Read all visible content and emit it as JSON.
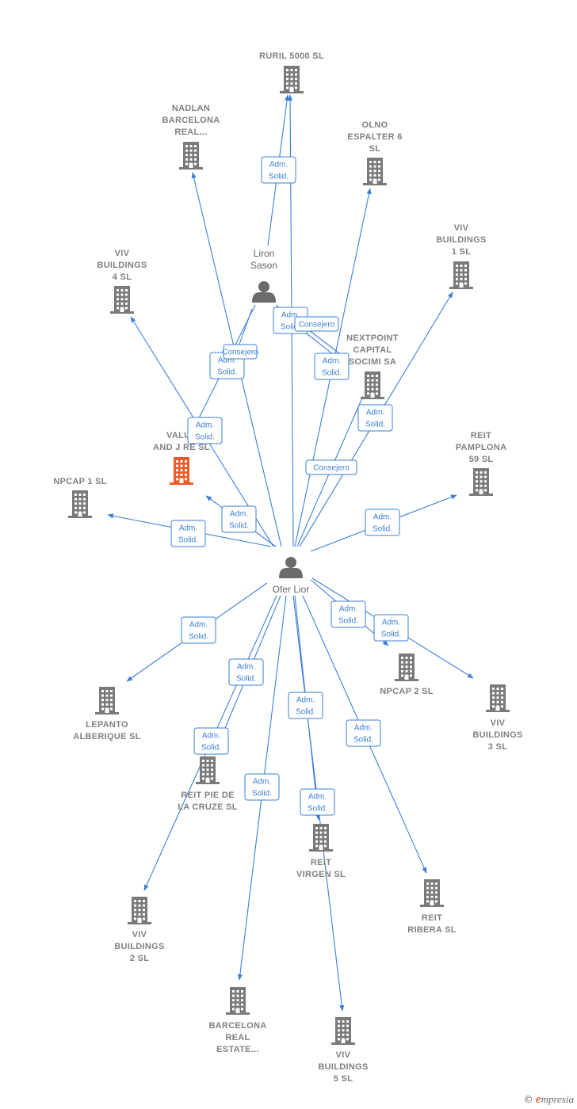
{
  "colors": {
    "edge": "#3d7fd6",
    "building": "#7a7a7a",
    "building_highlight": "#f05a28",
    "person": "#6b6b6b"
  },
  "brand": {
    "copyright": "©",
    "initial": "e",
    "rest": "mpresia"
  },
  "nodes": [
    {
      "id": "ruril",
      "type": "company",
      "lines": [
        "RURIL 5000  SL"
      ]
    },
    {
      "id": "nadlan",
      "type": "company",
      "lines": [
        "NADLAN",
        "BARCELONA",
        "REAL..."
      ]
    },
    {
      "id": "olno",
      "type": "company",
      "lines": [
        "OLNO",
        "ESPALTER 6",
        "SL"
      ]
    },
    {
      "id": "viv1",
      "type": "company",
      "lines": [
        "VIV",
        "BUILDINGS",
        "1  SL"
      ]
    },
    {
      "id": "viv4",
      "type": "company",
      "lines": [
        "VIV",
        "BUILDINGS",
        "4  SL"
      ]
    },
    {
      "id": "liron",
      "type": "person",
      "lines": [
        "Liron",
        "Sason"
      ]
    },
    {
      "id": "nextpoint",
      "type": "company",
      "lines": [
        "NEXTPOINT",
        "CAPITAL",
        "SOCIMI SA"
      ]
    },
    {
      "id": "value",
      "type": "company",
      "highlight": true,
      "lines": [
        "VALUE",
        "AND J RE  SL"
      ]
    },
    {
      "id": "reitpamplona",
      "type": "company",
      "lines": [
        "REIT",
        "PAMPLONA",
        "59  SL"
      ]
    },
    {
      "id": "npcap1",
      "type": "company",
      "lines": [
        "NPCAP 1  SL"
      ]
    },
    {
      "id": "ofer",
      "type": "person",
      "lines": [
        "Ofer Lior"
      ]
    },
    {
      "id": "npcap2",
      "type": "company",
      "lines": [
        "NPCAP 2  SL"
      ]
    },
    {
      "id": "viv3",
      "type": "company",
      "lines": [
        "VIV",
        "BUILDINGS",
        "3  SL"
      ]
    },
    {
      "id": "lepanto",
      "type": "company",
      "lines": [
        "LEPANTO",
        "ALBERIQUE  SL"
      ]
    },
    {
      "id": "reitpie",
      "type": "company",
      "lines": [
        "REIT PIE DE",
        "LA CRUZE  SL"
      ]
    },
    {
      "id": "reitvirgen",
      "type": "company",
      "lines": [
        "REIT",
        "VIRGEN  SL"
      ]
    },
    {
      "id": "reitribera",
      "type": "company",
      "lines": [
        "REIT",
        "RIBERA  SL"
      ]
    },
    {
      "id": "viv2",
      "type": "company",
      "lines": [
        "VIV",
        "BUILDINGS",
        "2  SL"
      ]
    },
    {
      "id": "barcelona",
      "type": "company",
      "lines": [
        "BARCELONA",
        "REAL",
        "ESTATE..."
      ]
    },
    {
      "id": "viv5",
      "type": "company",
      "lines": [
        "VIV",
        "BUILDINGS",
        "5  SL"
      ]
    }
  ],
  "edges": [
    {
      "id": "e-liron-ruril",
      "lines": [
        "Adm.",
        "Solid."
      ]
    },
    {
      "id": "e-ofer-ruril",
      "lines": [
        "Adm.",
        "Solid."
      ]
    },
    {
      "id": "e-ofer-nadlan",
      "lines": [
        "Adm.",
        "Solid."
      ]
    },
    {
      "id": "e-liron-nadlan",
      "lines": [
        "Adm.",
        "Solid."
      ]
    },
    {
      "id": "e-liron-nextpoint-consejero",
      "lines": [
        "Consejero"
      ]
    },
    {
      "id": "e-liron-nextpoint-adm",
      "lines": [
        "Adm.",
        "Solid."
      ]
    },
    {
      "id": "e-liron-value-consejero",
      "lines": [
        "Consejero"
      ]
    },
    {
      "id": "e-ofer-olno",
      "lines": [
        "Adm.",
        "Solid."
      ]
    },
    {
      "id": "e-ofer-viv1",
      "lines": [
        "Adm.",
        "Solid."
      ]
    },
    {
      "id": "e-ofer-viv4",
      "lines": [
        "Adm.",
        "Solid."
      ]
    },
    {
      "id": "e-ofer-nextpoint",
      "lines": [
        "Consejero"
      ]
    },
    {
      "id": "e-ofer-value",
      "lines": [
        "Adm.",
        "Solid."
      ]
    },
    {
      "id": "e-ofer-npcap1",
      "lines": [
        "Adm.",
        "Solid."
      ]
    },
    {
      "id": "e-ofer-reitpamplona",
      "lines": [
        "Adm.",
        "Solid."
      ]
    },
    {
      "id": "e-ofer-npcap2",
      "lines": [
        "Adm.",
        "Solid."
      ]
    },
    {
      "id": "e-ofer-viv3",
      "lines": [
        "Adm.",
        "Solid."
      ]
    },
    {
      "id": "e-ofer-lepanto",
      "lines": [
        "Adm.",
        "Solid."
      ]
    },
    {
      "id": "e-ofer-reitpie",
      "lines": [
        "Adm.",
        "Solid."
      ]
    },
    {
      "id": "e-ofer-viv2",
      "lines": [
        "Adm.",
        "Solid."
      ]
    },
    {
      "id": "e-ofer-reitvirgen",
      "lines": [
        "Adm.",
        "Solid."
      ]
    },
    {
      "id": "e-ofer-barcelona",
      "lines": [
        "Adm.",
        "Solid."
      ]
    },
    {
      "id": "e-ofer-viv5",
      "lines": [
        "Adm.",
        "Solid."
      ]
    },
    {
      "id": "e-ofer-reitribera",
      "lines": [
        "Adm.",
        "Solid."
      ]
    }
  ]
}
